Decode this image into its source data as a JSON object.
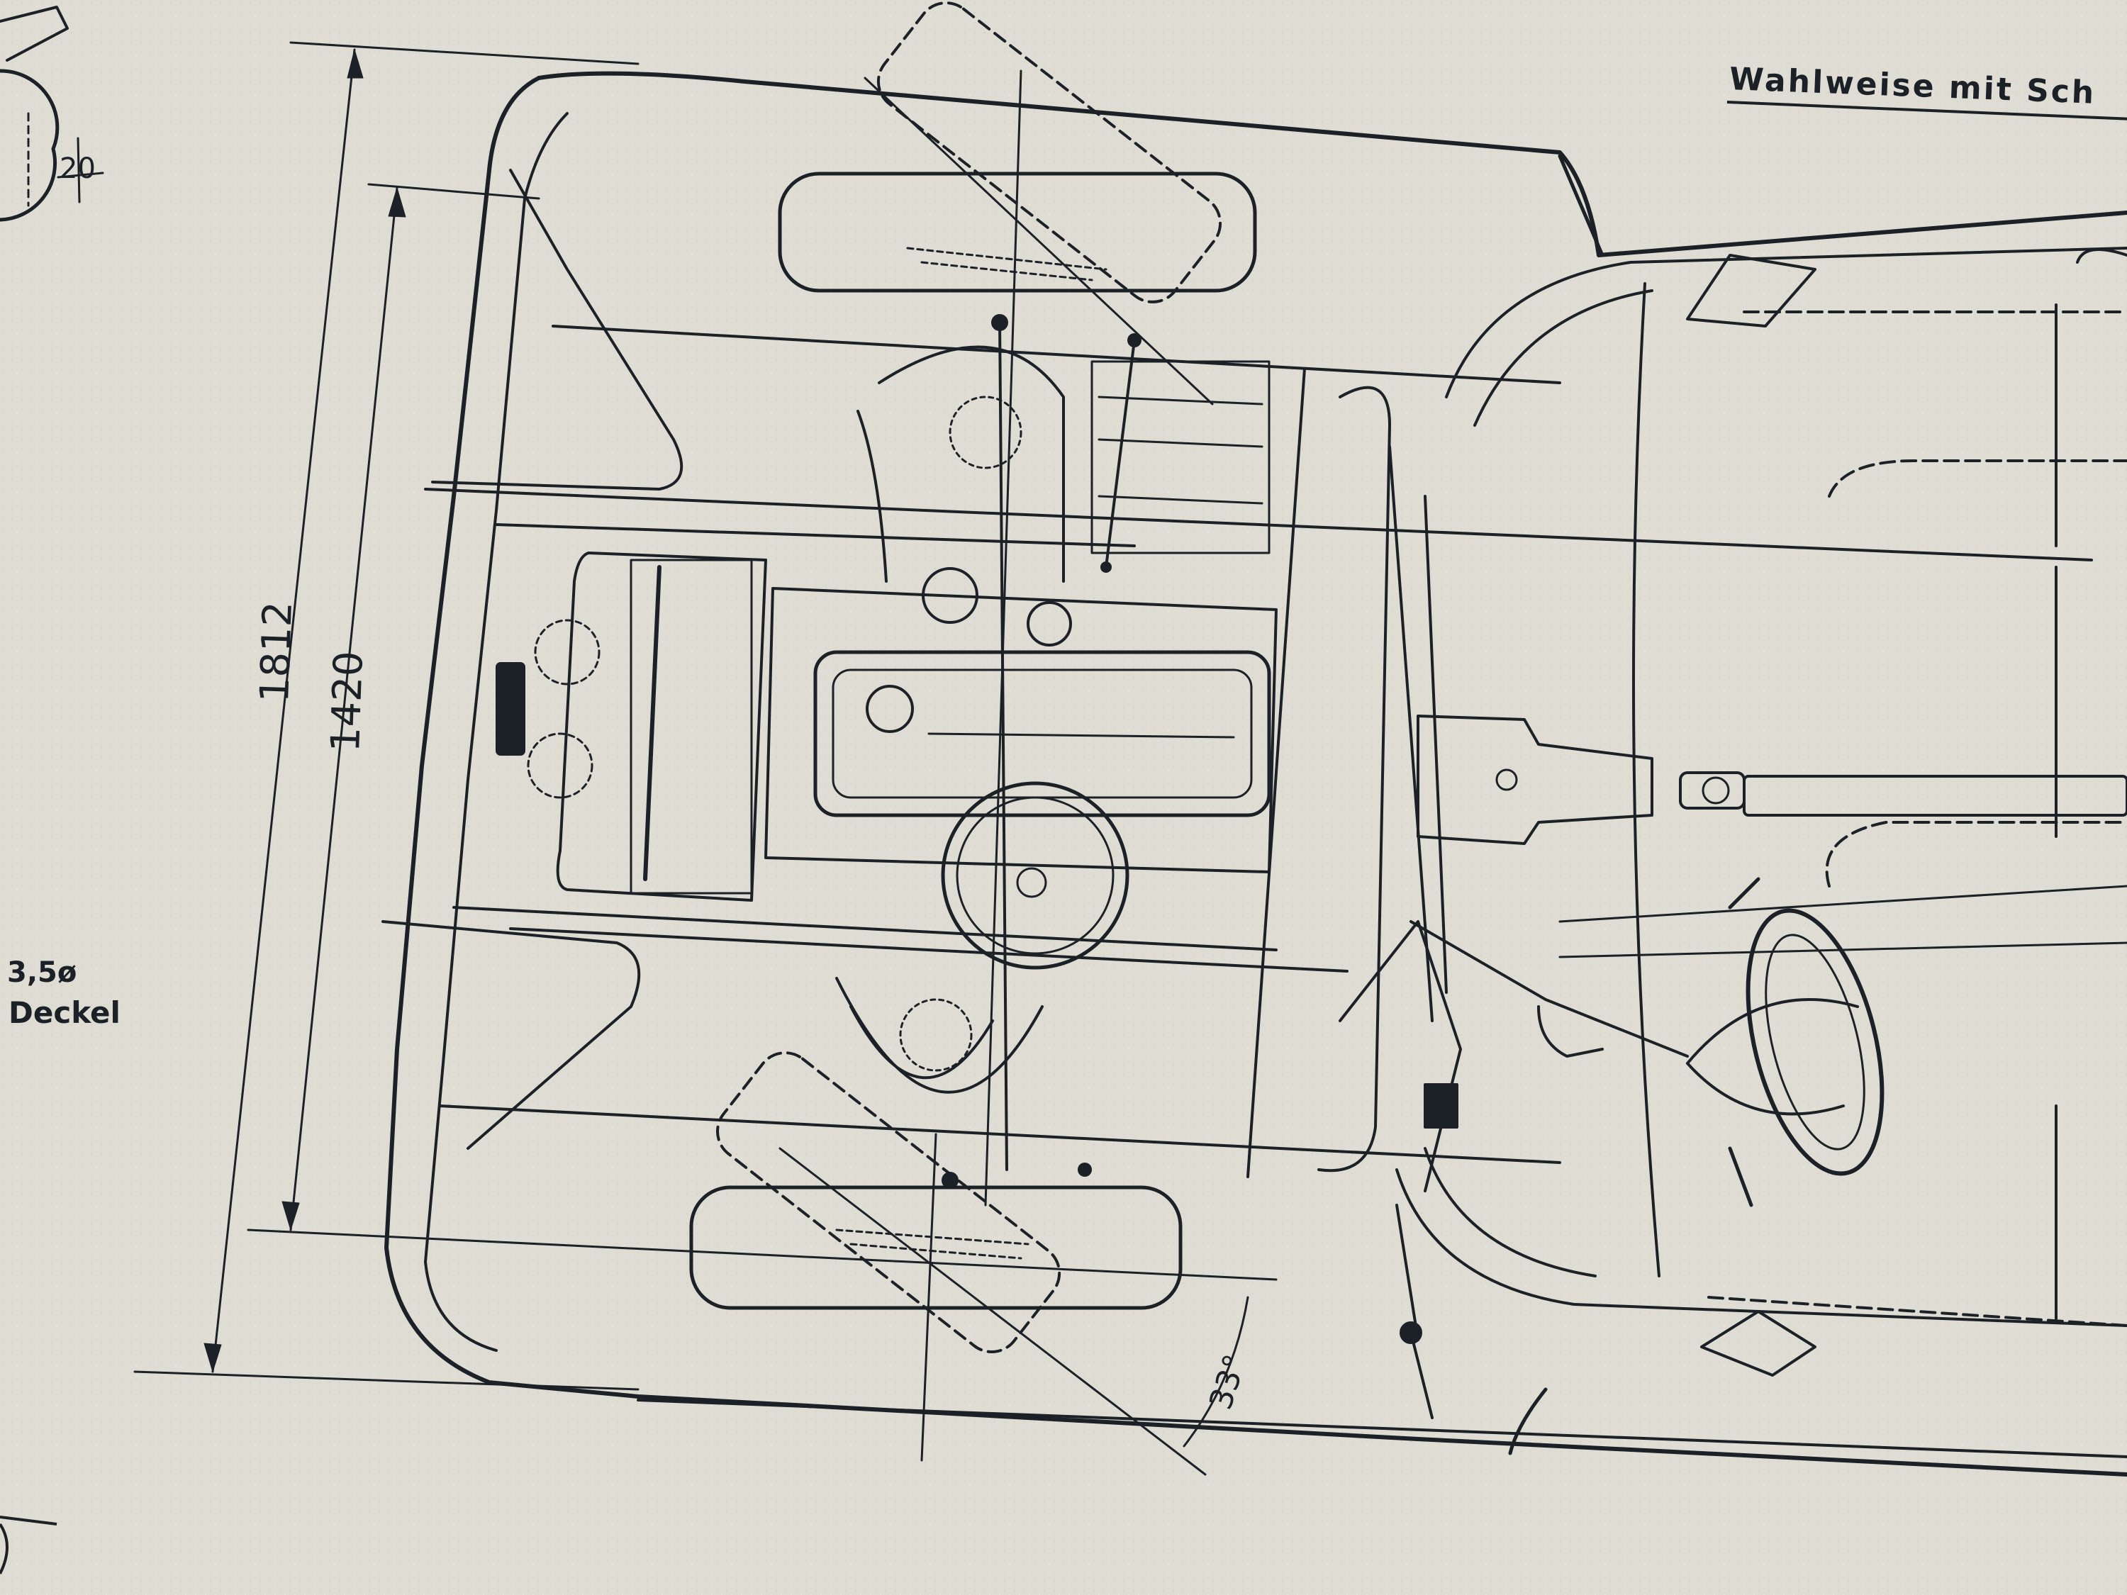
{
  "drawing": {
    "title": "Wahlweise mit Sch",
    "dim_small": "20",
    "dim_width_total": "1812",
    "dim_track": "1420",
    "dim_angle": "33°",
    "note_diameter": "3,5ø",
    "note_cover": "Deckel"
  },
  "colors": {
    "paper": "#dedcd3",
    "ink": "#1b2126"
  },
  "icons": [
    "steering-wheel-icon",
    "engine-block-icon",
    "wheel-icon"
  ]
}
